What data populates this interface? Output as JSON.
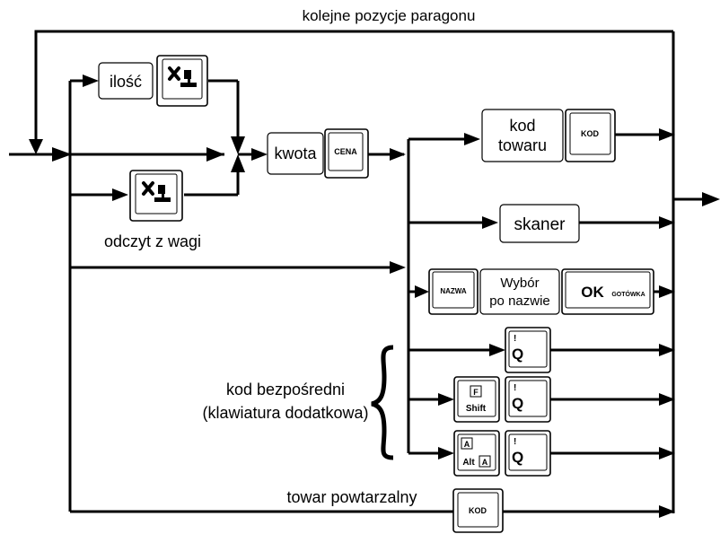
{
  "labels": {
    "top_loop": "kolejne pozycje paragonu",
    "ilosc": "ilość",
    "kwota": "kwota",
    "kod_towaru_1": "kod",
    "kod_towaru_2": "towaru",
    "odczyt": "odczyt z wagi",
    "skaner": "skaner",
    "wybor_1": "Wybór",
    "wybor_2": "po nazwie",
    "kod_bezp_1": "kod bezpośredni",
    "kod_bezp_2": "(klawiatura dodatkowa)",
    "towar_powt": "towar powtarzalny"
  },
  "keys": {
    "cena": "CENA",
    "kod": "KOD",
    "nazwa": "NAZWA",
    "ok_big": "OK",
    "ok_small": "GOTÓWKA",
    "q_top": "!",
    "q_main": "Q",
    "shift": "Shift",
    "shift_top": "F",
    "alt": "Alt",
    "alt_char": "A",
    "kod2": "KOD"
  }
}
